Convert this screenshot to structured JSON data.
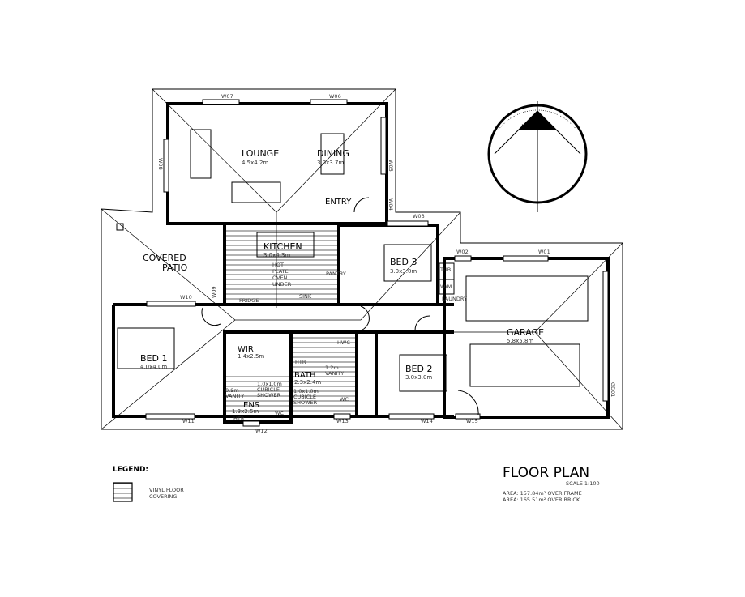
{
  "rooms": {
    "lounge": {
      "name": "LOUNGE",
      "size": "4.5x4.2m"
    },
    "dining": {
      "name": "DINING",
      "size": "3.0x3.7m"
    },
    "entry": {
      "name": "ENTRY"
    },
    "kitchen": {
      "name": "KITCHEN",
      "size": "3.0x4.3m",
      "notes": [
        "HOT",
        "PLATE",
        "OVEN",
        "UNDER"
      ],
      "fridge": "FRIDGE",
      "sink": "SINK"
    },
    "pantry": {
      "name": "PANTRY"
    },
    "covered_patio": {
      "line1": "COVERED",
      "line2": "PATIO"
    },
    "bed3": {
      "name": "BED 3",
      "size": "3.0x3.0m"
    },
    "tub": "TUB",
    "wm": "W/M",
    "laundry": {
      "name": "LAUNDRY"
    },
    "garage": {
      "name": "GARAGE",
      "size": "5.8x5.8m"
    },
    "bed1": {
      "name": "BED 1",
      "size": "4.0x4.0m"
    },
    "wir": {
      "name": "WIR",
      "size": "1.4x2.5m"
    },
    "bath": {
      "name": "BATH",
      "size": "2.3x2.4m",
      "vanity": [
        "1.2m",
        "VANITY"
      ],
      "cubicle": [
        "1.0x1.0m",
        "CUBICLE",
        "SHOWER"
      ],
      "htr": "HTR",
      "wc": "WC"
    },
    "ens": {
      "name": "ENS",
      "size": "1.3x2.5m",
      "vanity": [
        "0.9m",
        "VANITY"
      ],
      "cubicle": [
        "1.0x1.0m",
        "CUBICLE",
        "SHOWER"
      ],
      "htr": "HTR",
      "wc": "WC"
    },
    "hwc": "HWC",
    "bed2": {
      "name": "BED 2",
      "size": "3.0x3.0m"
    }
  },
  "windows": {
    "w01": "W01",
    "w02": "W02",
    "w03": "W03",
    "w04": "W04",
    "w05": "W05",
    "w06": "W06",
    "w07": "W07",
    "w08": "W08",
    "w09": "W09",
    "w10": "W10",
    "w11": "W11",
    "w12": "W12",
    "w13": "W13",
    "w14": "W14",
    "w15": "W15",
    "gd01": "GD01"
  },
  "compass": {
    "label": "NORTH"
  },
  "legend": {
    "title": "LEGEND:",
    "items": [
      {
        "line1": "VINYL FLOOR",
        "line2": "COVERING"
      }
    ]
  },
  "title_block": {
    "title": "FLOOR PLAN",
    "scale": "SCALE 1:100",
    "area_frame": "AREA: 157.84m² OVER FRAME",
    "area_brick": "AREA: 165.51m² OVER BRICK"
  }
}
